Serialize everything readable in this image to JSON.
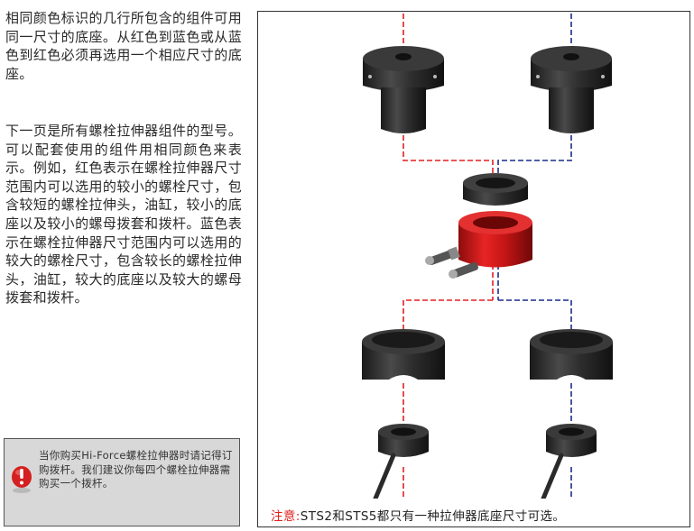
{
  "intro_paragraph": "相同颜色标识的几行所包含的组件可用同一尺寸的底座。从红色到蓝色或从蓝色到红色必须再选用一个相应尺寸的底座。",
  "description_paragraph": "下一页是所有螺栓拉伸器组件的型号。可以配套使用的组件用相同颜色来表示。例如，红色表示在螺栓拉伸器尺寸范围内可以选用的较小的螺栓尺寸，包含较短的螺栓拉伸头，油缸，较小的底座以及较小的螺母拨套和拨杆。蓝色表示在螺栓拉伸器尺寸范围内可以选用的较大的螺栓尺寸，包含较长的螺栓拉伸头，油缸，较大的底座以及较大的螺母拨套和拨杆。",
  "note_box": {
    "text": "当你购买Hi-Force螺栓拉伸器时请记得订购拨杆。我们建议你每四个螺栓拉伸器需购买一个拨杆。",
    "icon": "warning-exclamation-icon",
    "icon_color": "#d42020"
  },
  "caption": {
    "label": "注意:",
    "text": "STS2和STS5都只有一种拉伸器底座尺寸可选。"
  },
  "colors": {
    "red_line": "#e02020",
    "blue_line": "#1a2c8c",
    "cylinder_red": "#d41a1a",
    "part_dark": "#2a2a2a"
  }
}
